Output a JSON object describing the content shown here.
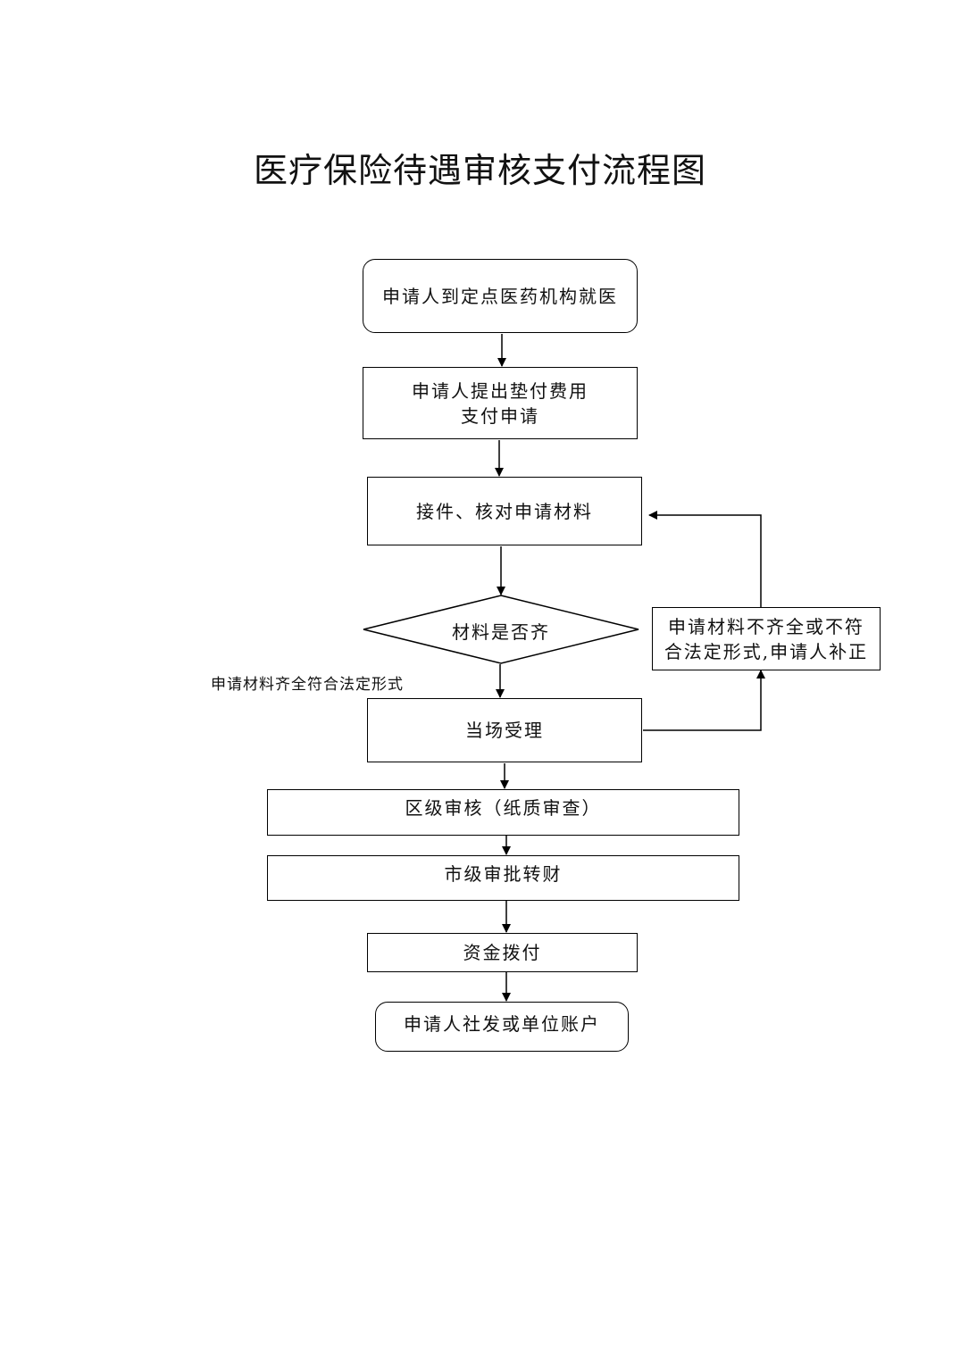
{
  "title": "医疗保险待遇审核支付流程图",
  "nodes": {
    "start": "申请人到定点医药机构就医",
    "apply": "申请人提出垫付费用\n支付申请",
    "receive": "接件、核对申请材料",
    "decision": "材料是否齐",
    "supplement": "申请材料不齐全或不符\n合法定形式,申请人补正",
    "accept": "当场受理",
    "district": "区级审核（纸质审查）",
    "city": "市级审批转财",
    "fund": "资金拨付",
    "end": "申请人社发或单位账户"
  },
  "edge_labels": {
    "complete": "申请材料齐全符合法定形式"
  }
}
